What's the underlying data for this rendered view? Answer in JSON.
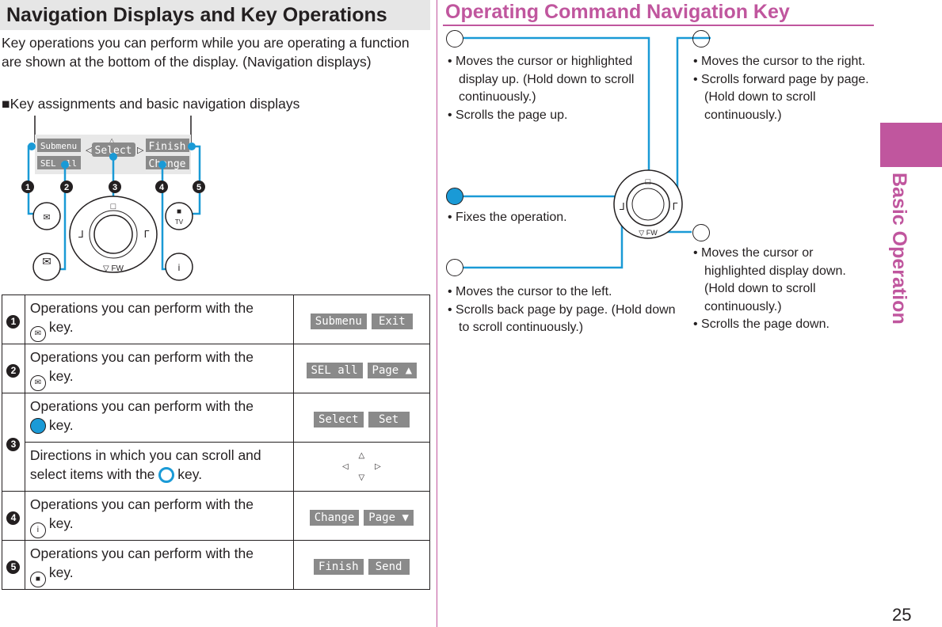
{
  "left": {
    "title": "Navigation Displays and Key Operations",
    "intro": "Key operations you can perform while you are operating a function are shown at the bottom of the display. (Navigation displays)",
    "subheading": "Key assignments and basic navigation displays",
    "screen": {
      "softkeys_row1": [
        "Submenu",
        "Select",
        "Finish"
      ],
      "softkeys_row2": [
        "SEL all",
        "Change"
      ],
      "callouts": [
        "1",
        "2",
        "3",
        "4",
        "5"
      ]
    },
    "table": [
      {
        "num": "1",
        "text_before": "Operations you can perform with the",
        "key": "menu-key",
        "text_after": "key.",
        "displays": [
          "Submenu",
          "Exit"
        ]
      },
      {
        "num": "2",
        "text_before": "Operations you can perform with the",
        "key": "mail-key",
        "text_after": "key.",
        "displays": [
          "SEL all",
          "Page ▲"
        ]
      },
      {
        "num": "3",
        "text_before": "Operations you can perform with the",
        "key": "center-key",
        "text_after": "key.",
        "displays": [
          "Select",
          "Set"
        ]
      },
      {
        "num": "",
        "text_before": "Directions in which you can scroll and select items with the",
        "key": "multi-key",
        "text_after": "key.",
        "displays": []
      },
      {
        "num": "4",
        "text_before": "Operations you can perform with the",
        "key": "i-appli-key",
        "text_after": "key.",
        "displays": [
          "Change",
          "Page ▼"
        ]
      },
      {
        "num": "5",
        "text_before": "Operations you can perform with the",
        "key": "camera-key",
        "text_after": "key.",
        "displays": [
          "Finish",
          "Send"
        ]
      }
    ]
  },
  "right": {
    "title": "Operating Command Navigation Key",
    "up": [
      "Moves the cursor or highlighted display up. (Hold down to scroll continuously.)",
      "Scrolls the page up."
    ],
    "right_dir": [
      "Moves the cursor to the right.",
      "Scrolls forward page by page. (Hold down to scroll continuously.)"
    ],
    "center": [
      "Fixes the operation."
    ],
    "down": [
      "Moves the cursor or highlighted display down. (Hold down to scroll continuously.)",
      "Scrolls the page down."
    ],
    "left_dir": [
      "Moves the cursor to the left.",
      "Scrolls back page by page. (Hold down to scroll continuously.)"
    ]
  },
  "side_tab": "Basic Operation",
  "page_number": "25",
  "colors": {
    "accent": "#c0569e",
    "callout_blue": "#1a9ad6",
    "text": "#231f20"
  }
}
